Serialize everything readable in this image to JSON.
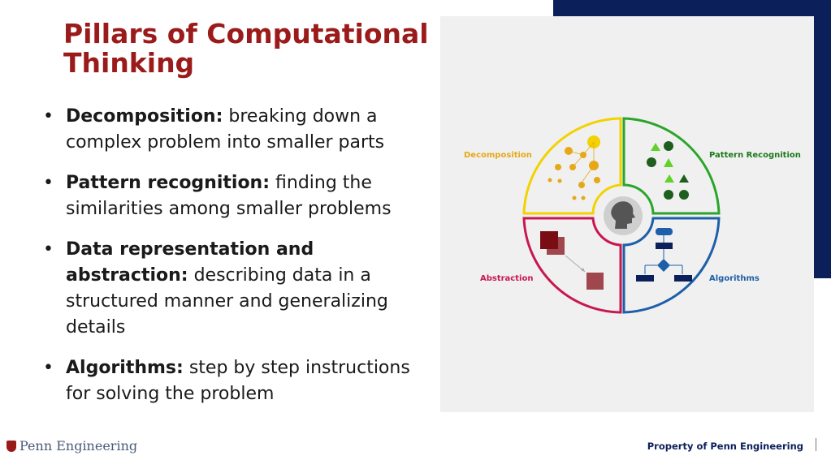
{
  "slide": {
    "title": "Pillars of Computational Thinking",
    "bullets": [
      {
        "term": "Decomposition:",
        "desc": "breaking down a complex problem into smaller parts"
      },
      {
        "term": "Pattern recognition:",
        "desc": "finding the similarities among smaller problems"
      },
      {
        "term": "Data representation and abstraction:",
        "desc": "describing data in a structured manner and generalizing details"
      },
      {
        "term": "Algorithms:",
        "desc": "step by step instructions for solving the problem"
      }
    ]
  },
  "diagram": {
    "labels": {
      "decomposition": "Decomposition",
      "pattern": "Pattern Recognition",
      "abstraction": "Abstraction",
      "algorithms": "Algorithms"
    },
    "colors": {
      "decomposition": "#f2d200",
      "pattern": "#2aa52a",
      "abstraction": "#c8174f",
      "algorithms": "#1d5fa8",
      "label_decomposition": "#e6a817",
      "label_pattern": "#1b7a1b",
      "label_abstraction": "#c8174f",
      "label_algorithms": "#1d5fa8"
    }
  },
  "footer": {
    "logo_text": "Penn Engineering",
    "right_text": "Property of Penn Engineering"
  }
}
